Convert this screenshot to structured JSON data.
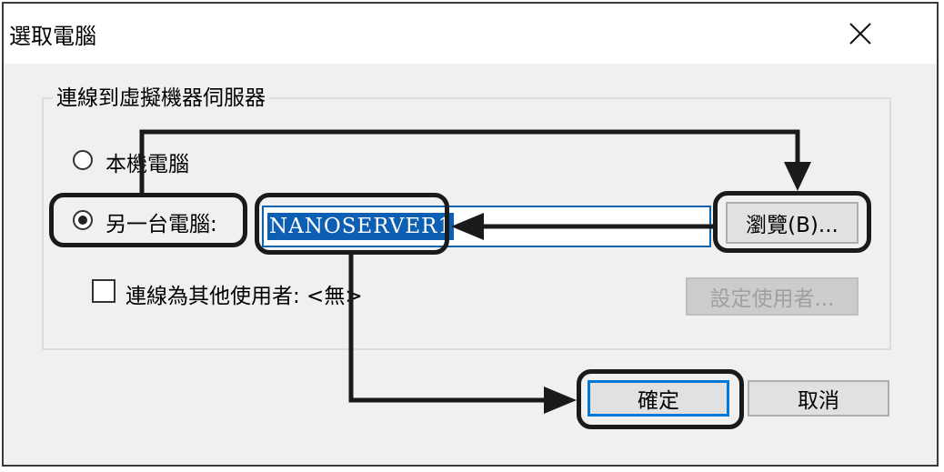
{
  "window": {
    "title": "選取電腦"
  },
  "group": {
    "label": "連線到虛擬機器伺服器"
  },
  "options": {
    "local": {
      "label": "本機電腦",
      "checked": false
    },
    "remote": {
      "label": "另一台電腦:",
      "checked": true
    }
  },
  "computer_field": {
    "value": "NANOSERVER1"
  },
  "browse_button": {
    "label": "瀏覽(B)..."
  },
  "other_user": {
    "label": "連線為其他使用者: <無>",
    "checked": false
  },
  "set_user_button": {
    "label": "設定使用者...",
    "enabled": false
  },
  "ok_button": {
    "label": "確定"
  },
  "cancel_button": {
    "label": "取消"
  },
  "icons": {
    "close": "close-icon"
  },
  "colors": {
    "accent": "#0078d7",
    "selection": "#0c5fb3",
    "annotation": "#1a1a1a"
  }
}
